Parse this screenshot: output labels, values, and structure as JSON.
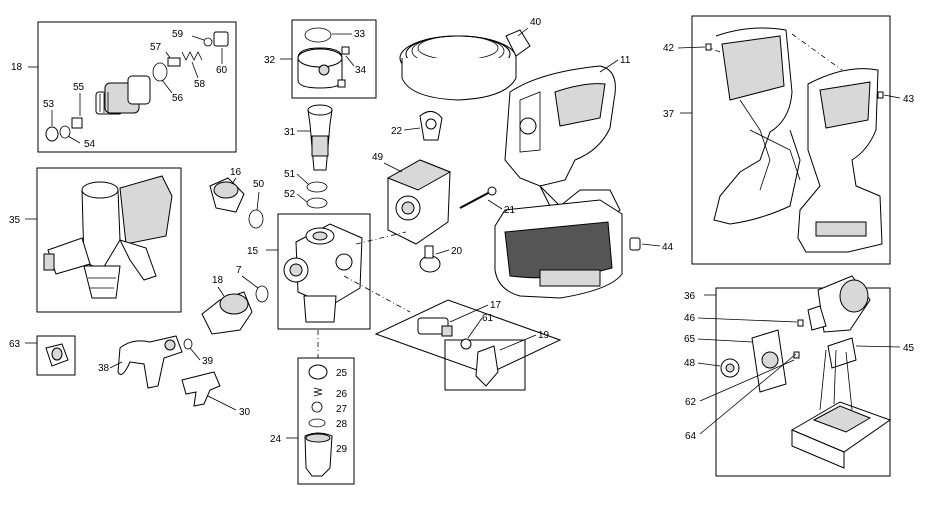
{
  "callouts": {
    "c18a": "18",
    "c53": "53",
    "c54": "54",
    "c55": "55",
    "c56": "56",
    "c57": "57",
    "c58": "58",
    "c59": "59",
    "c60": "60",
    "c32": "32",
    "c33": "33",
    "c34": "34",
    "c40": "40",
    "c11": "11",
    "c42": "42",
    "c43": "43",
    "c37": "37",
    "c22": "22",
    "c31": "31",
    "c49": "49",
    "c51": "51",
    "c52": "52",
    "c16": "16",
    "c50": "50",
    "c35": "35",
    "c15": "15",
    "c21": "21",
    "c20": "20",
    "c44": "44",
    "c7": "7",
    "c18b": "18",
    "c17": "17",
    "c61": "61",
    "c19": "19",
    "c36": "36",
    "c46": "46",
    "c65": "65",
    "c45": "45",
    "c48": "48",
    "c62": "62",
    "c64": "64",
    "c63": "63",
    "c38": "38",
    "c39": "39",
    "c30": "30",
    "c25": "25",
    "c26": "26",
    "c27": "27",
    "c28": "28",
    "c24": "24",
    "c29": "29"
  }
}
